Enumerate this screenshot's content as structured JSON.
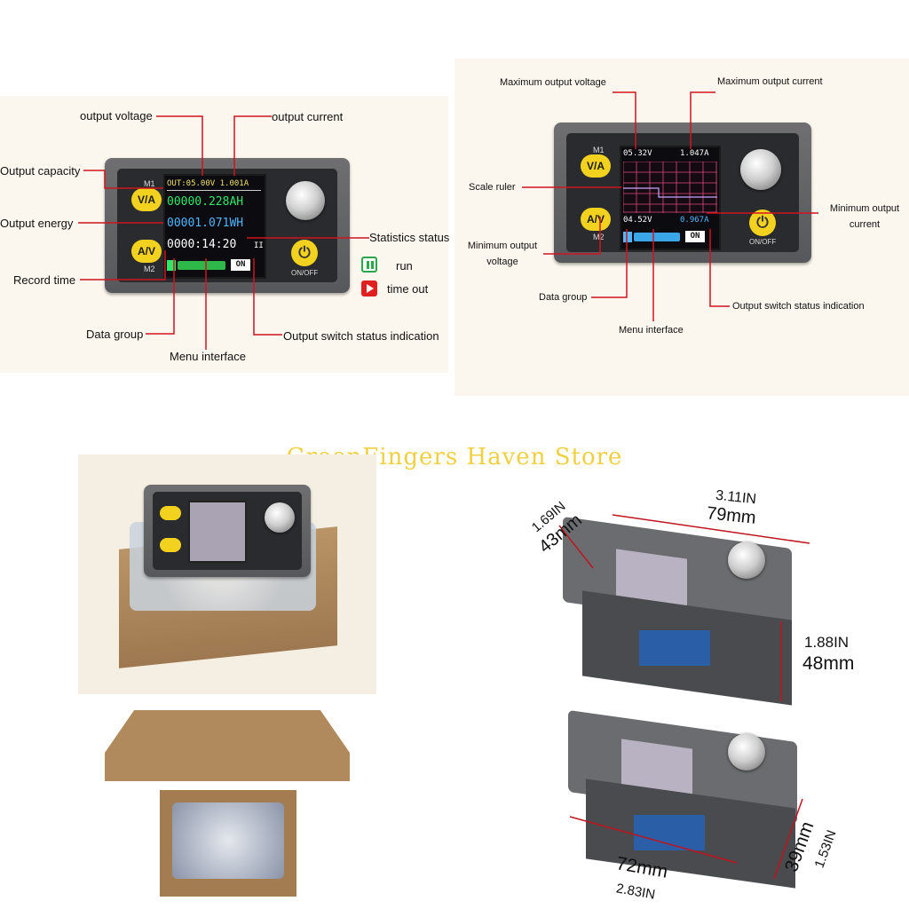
{
  "watermark": "GreenFingers Haven Store",
  "left_diagram": {
    "labels": {
      "output_voltage": "output voltage",
      "output_current": "output current",
      "output_capacity": "Output capacity",
      "output_energy": "Output energy",
      "statistics_status": "Statistics status",
      "record_time": "Record time",
      "data_group": "Data group",
      "menu_interface": "Menu interface",
      "output_switch": "Output switch status indication",
      "run": "run",
      "time_out": "time out"
    },
    "screen": {
      "out_line": "OUT:05.00V 1.001A",
      "capacity": "00000.228AH",
      "energy": "00001.071WH",
      "time": "0000:14:20",
      "on_badge": "ON",
      "pause_mark": "II"
    },
    "buttons": {
      "m1": "M1",
      "va": "V/A",
      "av": "A/V",
      "m2": "M2",
      "onoff": "ON/OFF"
    }
  },
  "right_diagram": {
    "labels": {
      "max_voltage": "Maximum output voltage",
      "max_current": "Maximum output current",
      "scale_ruler": "Scale ruler",
      "min_current": "Minimum output current",
      "min_voltage": "Minimum output voltage",
      "data_group": "Data group",
      "menu_interface": "Menu interface",
      "output_switch": "Output switch status indication"
    },
    "screen": {
      "max_v": "05.32V",
      "max_a": "1.047A",
      "min_v": "04.52V",
      "min_a": "0.967A",
      "on_badge": "ON"
    },
    "buttons": {
      "m1": "M1",
      "va": "V/A",
      "av": "A/V",
      "m2": "M2",
      "onoff": "ON/OFF"
    }
  },
  "dimensions": {
    "top_width_in": "3.11IN",
    "top_width_mm": "79mm",
    "top_depth_in": "1.69IN",
    "top_depth_mm": "43mm",
    "top_height_in": "1.88IN",
    "top_height_mm": "48mm",
    "bottom_width_mm": "72mm",
    "bottom_width_in": "2.83IN",
    "bottom_height_mm": "39mm",
    "bottom_height_in": "1.53IN"
  },
  "colors": {
    "accent_red": "#d0141e",
    "button_yellow": "#f2d21e",
    "watermark": "#f0d040",
    "run_icon": "#2aa84a",
    "timeout_icon": "#e02020"
  },
  "icons": [
    "run-icon",
    "timeout-icon",
    "power-icon",
    "knob-icon"
  ]
}
